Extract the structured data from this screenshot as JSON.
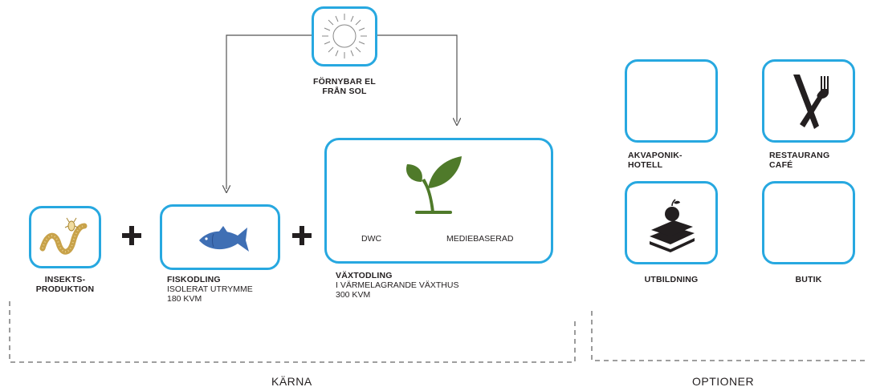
{
  "sun": {
    "label": "FÖRNYBAR EL\nFRÅN SOL"
  },
  "insect": {
    "label": "INSEKTS-\nPRODUKTION"
  },
  "fish": {
    "title": "FISKODLING",
    "details": "ISOLERAT UTRYMME\n180 KVM"
  },
  "plant": {
    "inner_left": "DWC",
    "inner_right": "MEDIEBASERAD",
    "title": "VÄXTODLING",
    "details": "I VÄRMELAGRANDE VÄXTHUS\n300 KVM"
  },
  "options": {
    "hotel": "AKVAPONIK-\nHOTELL",
    "restaurant": "RESTAURANG\nCAFÉ",
    "education": "UTBILDNING",
    "shop": "BUTIK"
  },
  "groups": {
    "core": "KÄRNA",
    "options": "OPTIONER"
  },
  "colors": {
    "box_border": "#27a8e0",
    "fish": "#3f6fb4",
    "plant": "#4f7a2a",
    "worm": "#c8a24a",
    "line": "#555555"
  },
  "icons": [
    "sun-icon",
    "worm-icon",
    "fish-icon",
    "sprout-icon",
    "cutlery-icon",
    "books-apple-icon",
    "plus-icon"
  ]
}
